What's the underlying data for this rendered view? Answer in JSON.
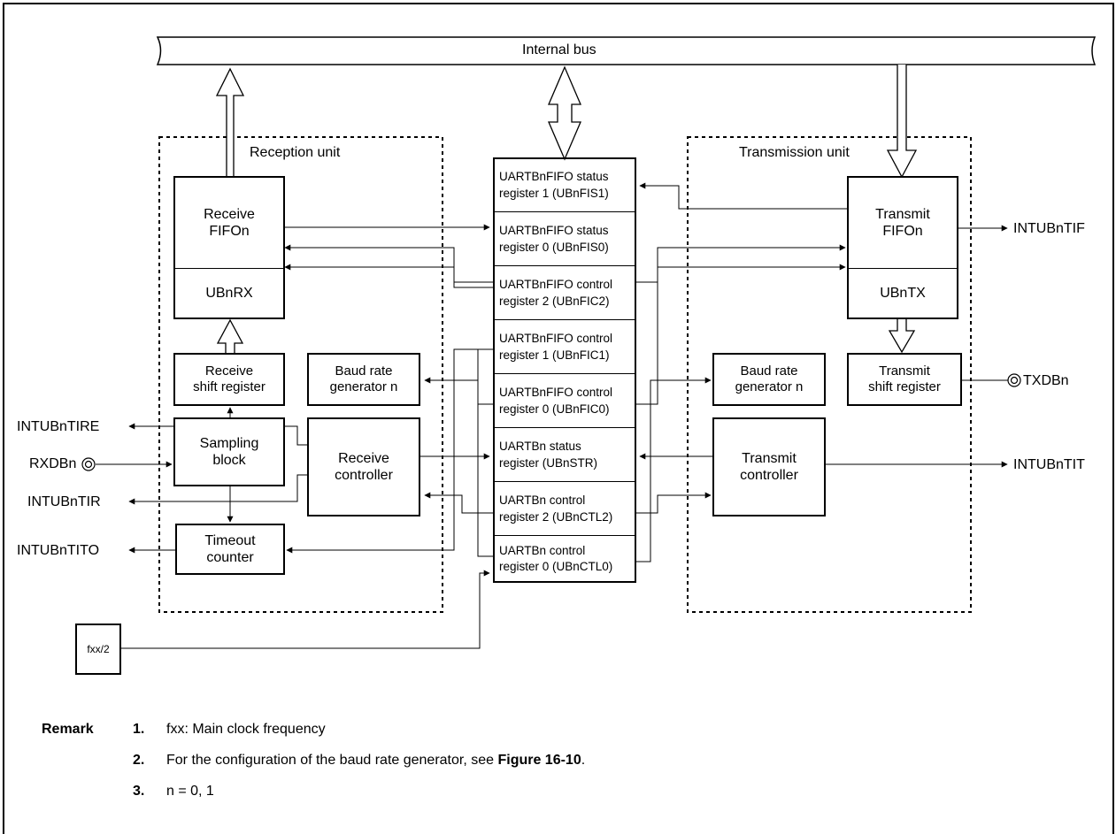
{
  "bus_label": "Internal bus",
  "units": {
    "reception": "Reception unit",
    "transmission": "Transmission unit"
  },
  "reception": {
    "fifo_line1": "Receive",
    "fifo_line2": "FIFOn",
    "rx_reg": "UBnRX",
    "shift_line1": "Receive",
    "shift_line2": "shift register",
    "sampling_line1": "Sampling",
    "sampling_line2": "block",
    "controller_line1": "Receive",
    "controller_line2": "controller",
    "timeout_line1": "Timeout",
    "timeout_line2": "counter",
    "baud_line1": "Baud rate",
    "baud_line2": "generator n"
  },
  "transmission": {
    "fifo_line1": "Transmit",
    "fifo_line2": "FIFOn",
    "tx_reg": "UBnTX",
    "shift_line1": "Transmit",
    "shift_line2": "shift register",
    "controller_line1": "Transmit",
    "controller_line2": "controller",
    "baud_line1": "Baud rate",
    "baud_line2": "generator n"
  },
  "registers": [
    {
      "line1": "UARTBnFIFO status",
      "line2": "register 1 (UBnFIS1)"
    },
    {
      "line1": "UARTBnFIFO status",
      "line2": "register 0 (UBnFIS0)"
    },
    {
      "line1": "UARTBnFIFO control",
      "line2": "register 2 (UBnFIC2)"
    },
    {
      "line1": "UARTBnFIFO control",
      "line2": "register 1 (UBnFIC1)"
    },
    {
      "line1": "UARTBnFIFO control",
      "line2": "register 0 (UBnFIC0)"
    },
    {
      "line1": "UARTBn status",
      "line2": "register (UBnSTR)"
    },
    {
      "line1": "UARTBn control",
      "line2": "register 2 (UBnCTL2)"
    },
    {
      "line1": "UARTBn control",
      "line2": "register 0 (UBnCTL0)"
    }
  ],
  "signals": {
    "intubntire": "INTUBnTIRE",
    "rxdbn": "RXDBn",
    "intubntir": "INTUBnTIR",
    "intubntito": "INTUBnTITO",
    "intubntif": "INTUBnTIF",
    "txdbn": "TXDBn",
    "intubntit": "INTUBnTIT"
  },
  "clock": "fxx/2",
  "remarks": {
    "heading": "Remark",
    "items": [
      {
        "num": "1.",
        "text": "fxx: Main clock frequency"
      },
      {
        "num": "2.",
        "text_before": "For the configuration of the baud rate generator, see ",
        "bold": "Figure 16-10",
        "text_after": "."
      },
      {
        "num": "3.",
        "text": "n = 0, 1"
      }
    ]
  }
}
